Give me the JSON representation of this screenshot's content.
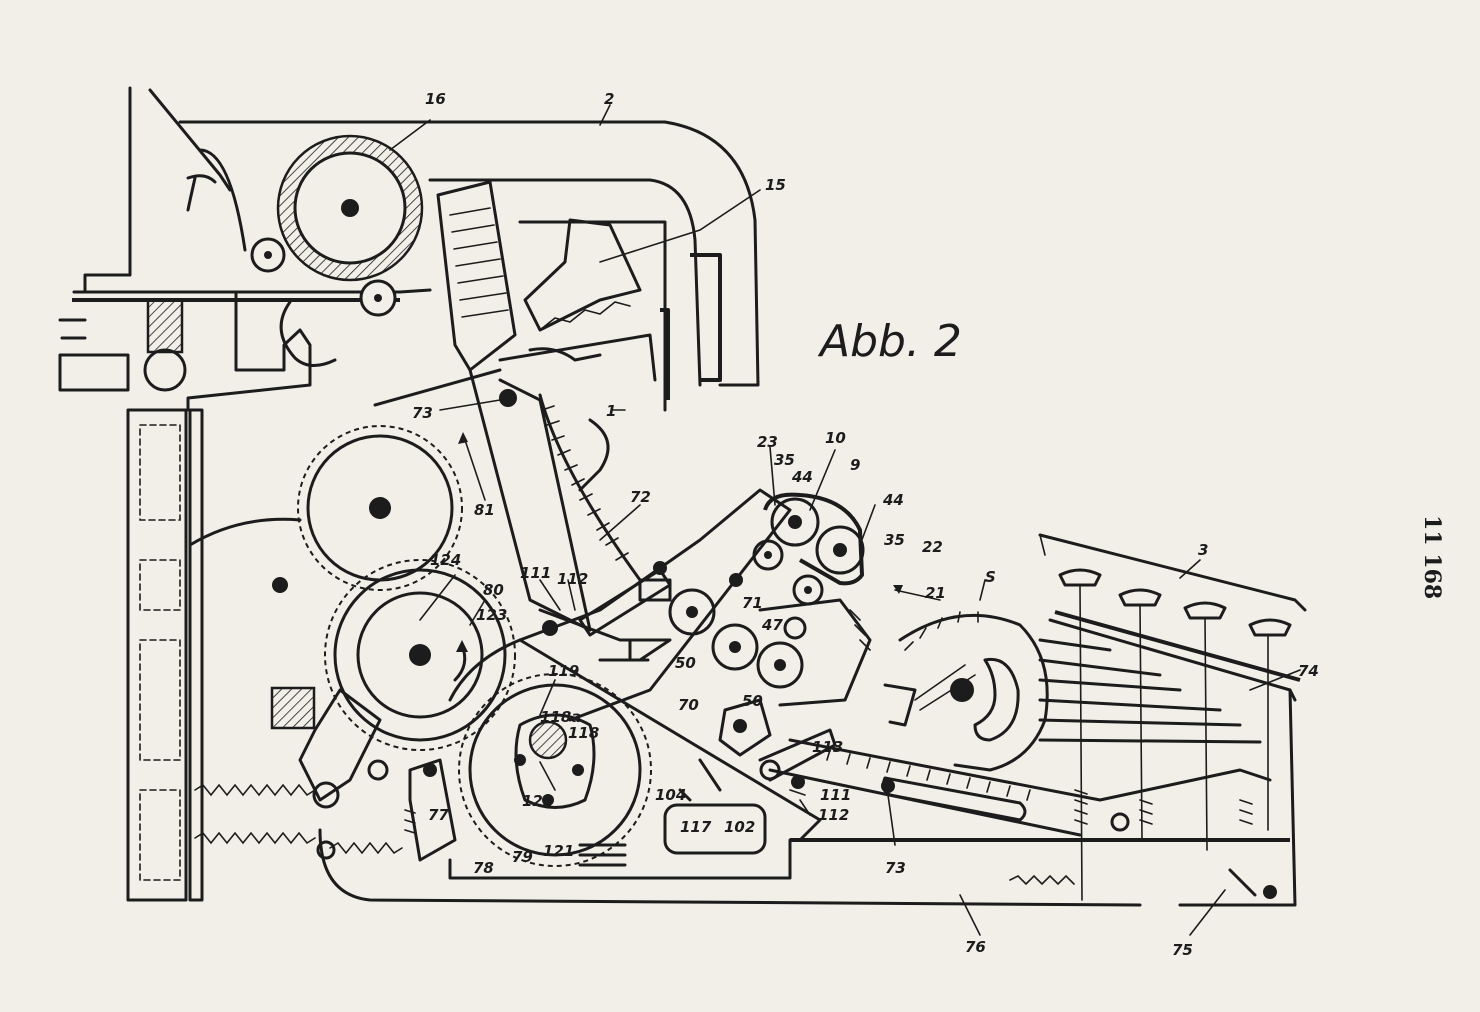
{
  "figure": {
    "title": "Abb. 2",
    "page_number": "11 168"
  },
  "labels": [
    {
      "id": "2",
      "text": "2"
    },
    {
      "id": "16",
      "text": "16"
    },
    {
      "id": "15",
      "text": "15"
    },
    {
      "id": "73a",
      "text": "73"
    },
    {
      "id": "1",
      "text": "1"
    },
    {
      "id": "81",
      "text": "81"
    },
    {
      "id": "72",
      "text": "72"
    },
    {
      "id": "124",
      "text": "124"
    },
    {
      "id": "80",
      "text": "80"
    },
    {
      "id": "123",
      "text": "123"
    },
    {
      "id": "111a",
      "text": "111"
    },
    {
      "id": "112a",
      "text": "112"
    },
    {
      "id": "119",
      "text": "119"
    },
    {
      "id": "118a",
      "text": "118a"
    },
    {
      "id": "118",
      "text": "118"
    },
    {
      "id": "122",
      "text": "122"
    },
    {
      "id": "121",
      "text": "121"
    },
    {
      "id": "79",
      "text": "79"
    },
    {
      "id": "78",
      "text": "78"
    },
    {
      "id": "77",
      "text": "77"
    },
    {
      "id": "23",
      "text": "23"
    },
    {
      "id": "10",
      "text": "10"
    },
    {
      "id": "35a",
      "text": "35"
    },
    {
      "id": "44a",
      "text": "44"
    },
    {
      "id": "9",
      "text": "9"
    },
    {
      "id": "44b",
      "text": "44"
    },
    {
      "id": "35b",
      "text": "35"
    },
    {
      "id": "22",
      "text": "22"
    },
    {
      "id": "21",
      "text": "21"
    },
    {
      "id": "s",
      "text": "S"
    },
    {
      "id": "3",
      "text": "3"
    },
    {
      "id": "74",
      "text": "74"
    },
    {
      "id": "47",
      "text": "47"
    },
    {
      "id": "71",
      "text": "71"
    },
    {
      "id": "50a",
      "text": "50"
    },
    {
      "id": "50b",
      "text": "50"
    },
    {
      "id": "70",
      "text": "70"
    },
    {
      "id": "113",
      "text": "113"
    },
    {
      "id": "104",
      "text": "104"
    },
    {
      "id": "117",
      "text": "117"
    },
    {
      "id": "102",
      "text": "102"
    },
    {
      "id": "111b",
      "text": "111"
    },
    {
      "id": "112b",
      "text": "112"
    },
    {
      "id": "73b",
      "text": "73"
    },
    {
      "id": "76",
      "text": "76"
    },
    {
      "id": "75",
      "text": "75"
    }
  ]
}
